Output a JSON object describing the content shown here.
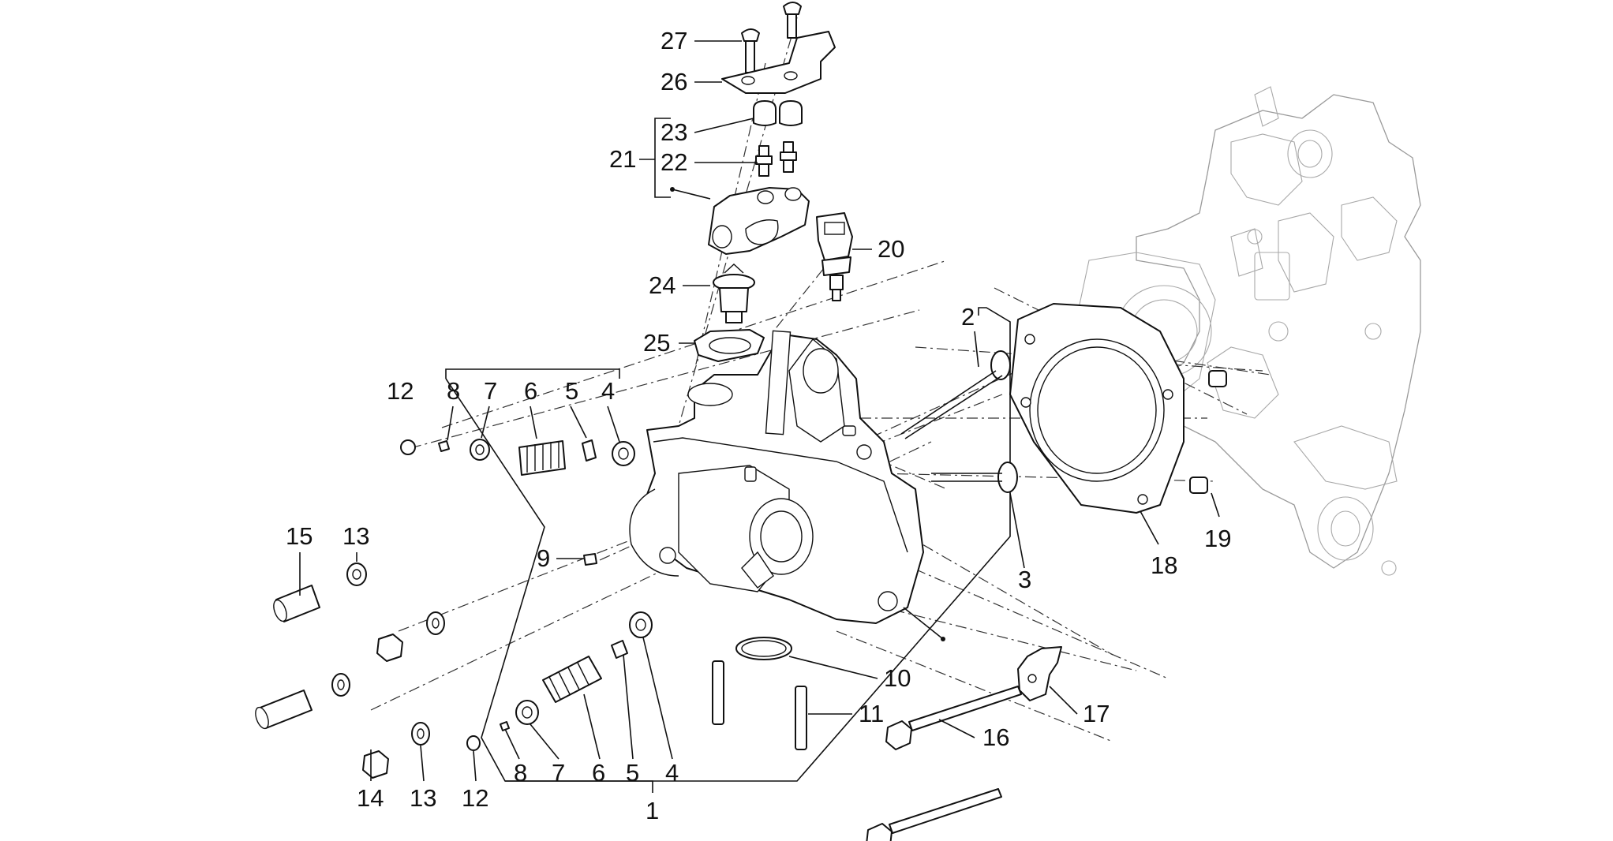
{
  "labels": [
    {
      "id": "l27",
      "text": "27"
    },
    {
      "id": "l26",
      "text": "26"
    },
    {
      "id": "l23",
      "text": "23"
    },
    {
      "id": "l21",
      "text": "21"
    },
    {
      "id": "l22",
      "text": "22"
    },
    {
      "id": "l20",
      "text": "20"
    },
    {
      "id": "l24",
      "text": "24"
    },
    {
      "id": "l25",
      "text": "25"
    },
    {
      "id": "l2",
      "text": "2"
    },
    {
      "id": "l12a",
      "text": "12"
    },
    {
      "id": "l8a",
      "text": "8"
    },
    {
      "id": "l7a",
      "text": "7"
    },
    {
      "id": "l6a",
      "text": "6"
    },
    {
      "id": "l5a",
      "text": "5"
    },
    {
      "id": "l4a",
      "text": "4"
    },
    {
      "id": "l15",
      "text": "15"
    },
    {
      "id": "l13a",
      "text": "13"
    },
    {
      "id": "l9",
      "text": "9"
    },
    {
      "id": "l3",
      "text": "3"
    },
    {
      "id": "l18",
      "text": "18"
    },
    {
      "id": "l19",
      "text": "19"
    },
    {
      "id": "l10",
      "text": "10"
    },
    {
      "id": "l11",
      "text": "11"
    },
    {
      "id": "l17",
      "text": "17"
    },
    {
      "id": "l16",
      "text": "16"
    },
    {
      "id": "l8b",
      "text": "8"
    },
    {
      "id": "l7b",
      "text": "7"
    },
    {
      "id": "l6b",
      "text": "6"
    },
    {
      "id": "l5b",
      "text": "5"
    },
    {
      "id": "l4b",
      "text": "4"
    },
    {
      "id": "l14",
      "text": "14"
    },
    {
      "id": "l13b",
      "text": "13"
    },
    {
      "id": "l12b",
      "text": "12"
    },
    {
      "id": "l1",
      "text": "1"
    }
  ]
}
